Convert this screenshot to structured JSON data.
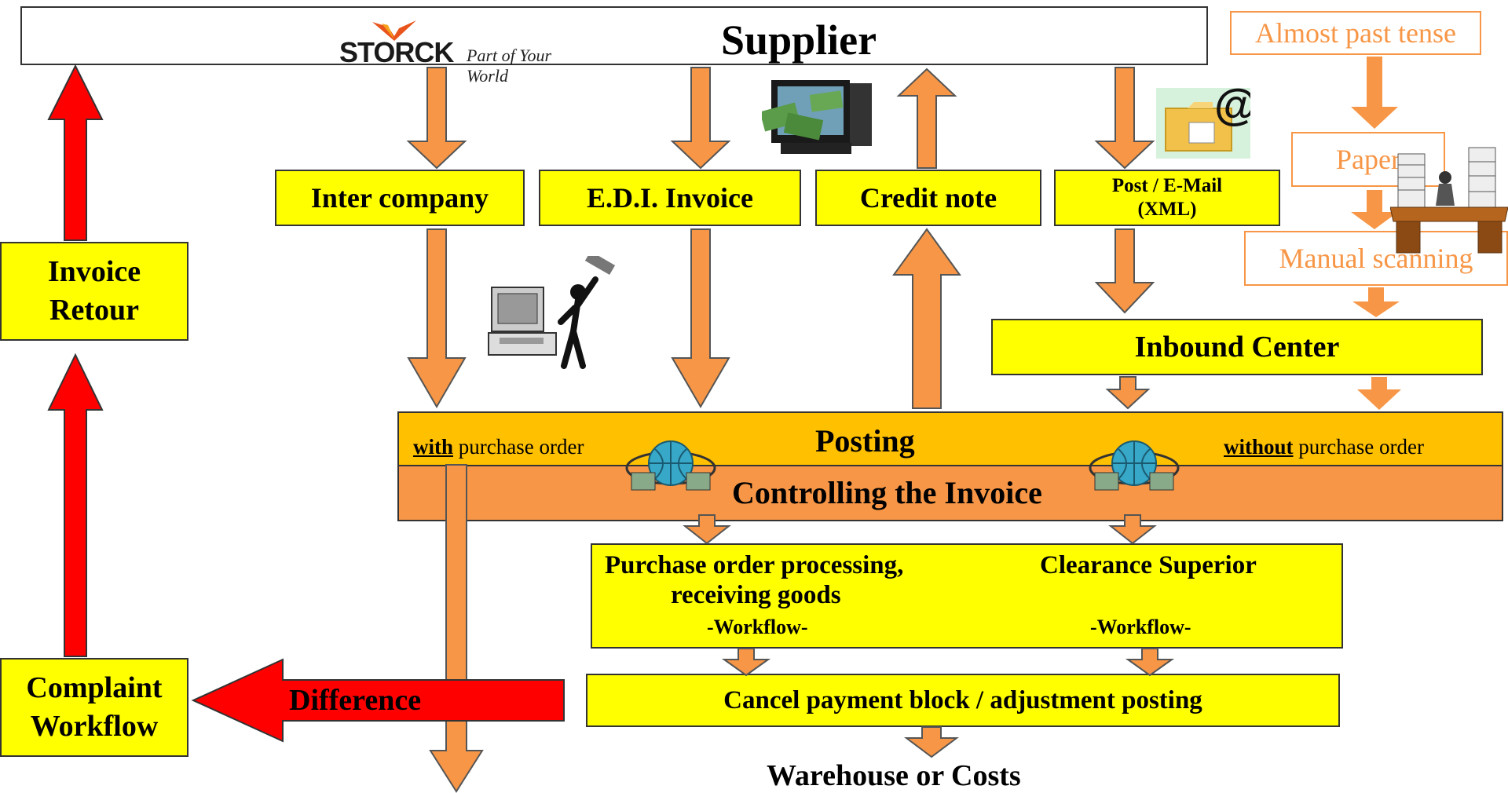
{
  "supplier": {
    "logo_text": "STORCK",
    "logo_tagline": "Part of Your World",
    "title": "Supplier"
  },
  "channels": {
    "inter_company": "Inter company",
    "edi_invoice": "E.D.I. Invoice",
    "credit_note": "Credit note",
    "post_email_line1": "Post / E-Mail",
    "post_email_line2": "(XML)"
  },
  "manual_flow": {
    "almost_past_tense": "Almost past tense",
    "paper": "Paper",
    "manual_scanning": "Manual scanning"
  },
  "inbound_center": "Inbound Center",
  "posting": {
    "title": "Posting",
    "with_emph": "with",
    "with_rest": " purchase order",
    "without_emph": "without",
    "without_rest": " purchase order",
    "controlling": "Controlling the Invoice"
  },
  "workflow_box": {
    "left_line1": "Purchase order processing,",
    "left_line2": "receiving goods",
    "left_tag": "-Workflow-",
    "right_line1": "Clearance Superior",
    "right_tag": "-Workflow-"
  },
  "cancel_payment": "Cancel payment block  / adjustment posting",
  "warehouse": "Warehouse or Costs",
  "left_side": {
    "invoice_retour_line1": "Invoice",
    "invoice_retour_line2": "Retour",
    "complaint_line1": "Complaint",
    "complaint_line2": "Workflow",
    "difference": "Difference"
  },
  "colors": {
    "yellow": "#ffff00",
    "orange": "#f79646",
    "posting_gold": "#ffc000",
    "red": "#ff0000"
  }
}
